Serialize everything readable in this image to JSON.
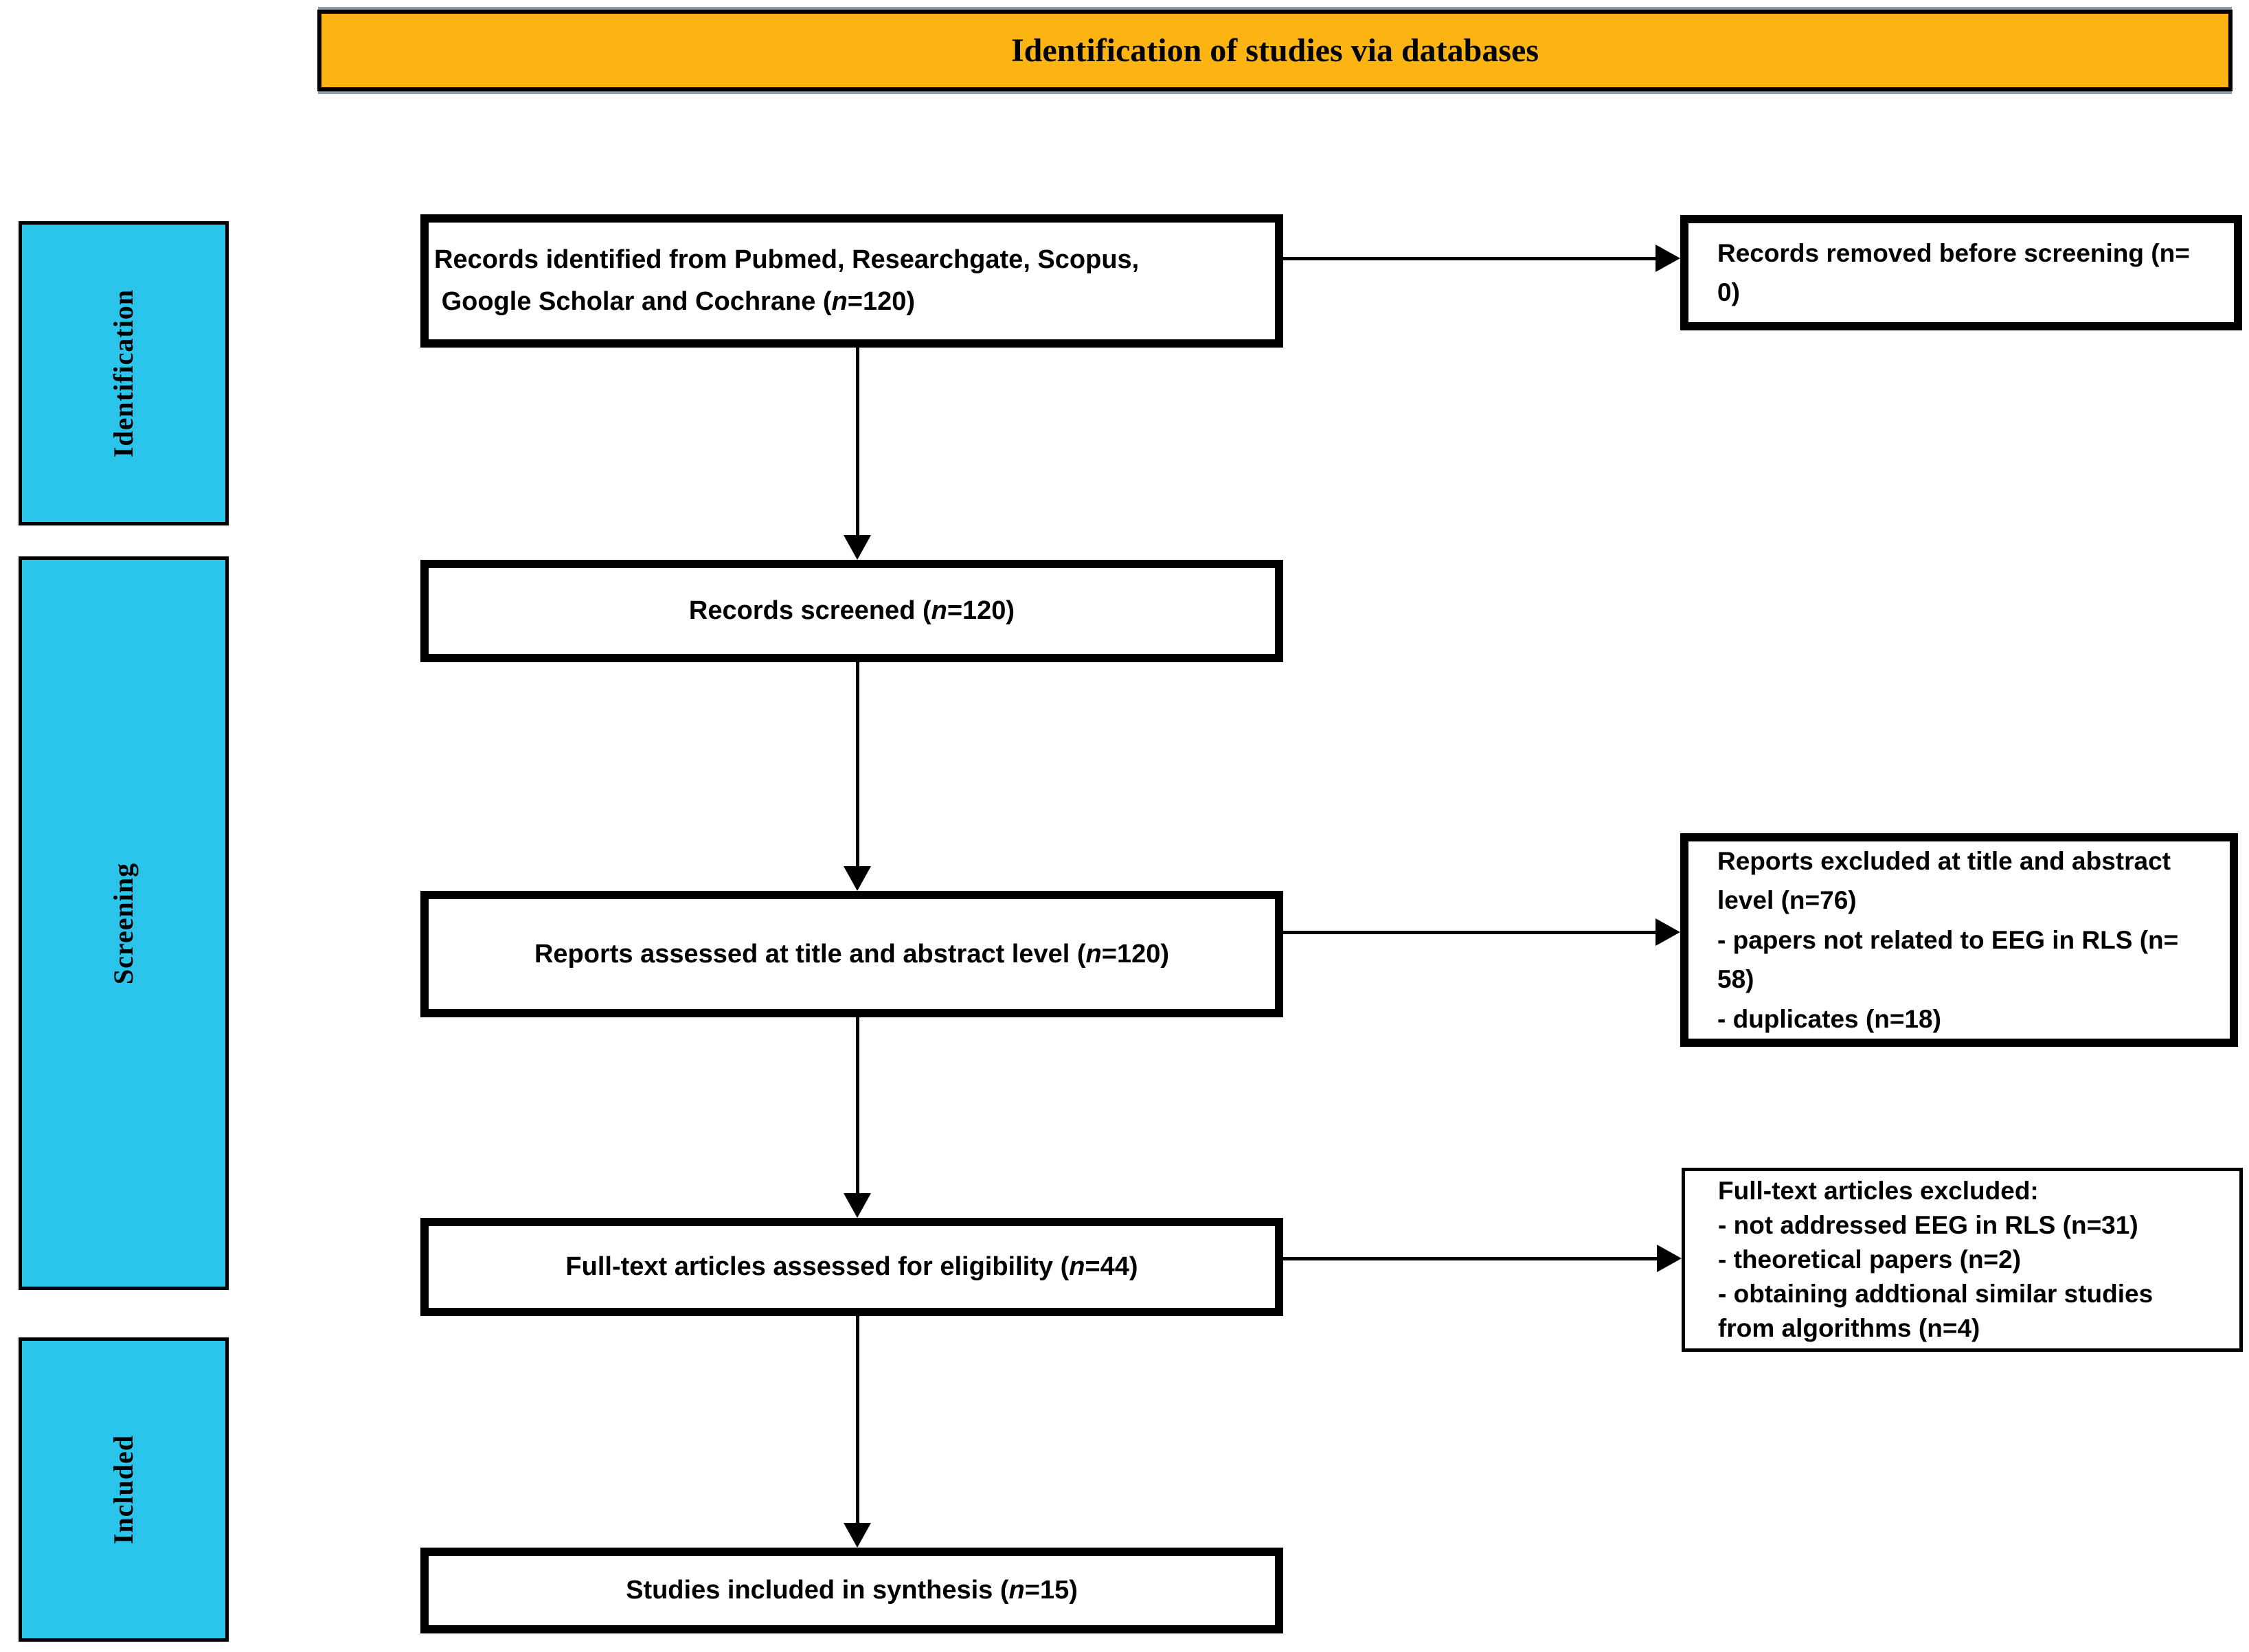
{
  "banner": {
    "title": "Identification of studies via databases"
  },
  "colors": {
    "banner_bg": "#FBB411",
    "stage_bg": "#2BC4EA",
    "line": "#000000"
  },
  "stages": [
    {
      "label": "Identification"
    },
    {
      "label": "Screening"
    },
    {
      "label": "Included"
    }
  ],
  "flow": {
    "identified": {
      "n": 120,
      "segments": [
        {
          "t": "Records identified from Pubmed, Researchgate, Scopus,\n Google Scholar and Cochrane ("
        },
        {
          "t": "n",
          "i": true
        },
        {
          "t": "=120)"
        }
      ]
    },
    "screened": {
      "n": 120,
      "segments": [
        {
          "t": "Records screened ("
        },
        {
          "t": "n",
          "i": true
        },
        {
          "t": "=120)"
        }
      ]
    },
    "assessed_title_abstract": {
      "n": 120,
      "segments": [
        {
          "t": "Reports assessed at title and abstract level ("
        },
        {
          "t": "n",
          "i": true
        },
        {
          "t": "=120)"
        }
      ]
    },
    "fulltext_assessed": {
      "n": 44,
      "segments": [
        {
          "t": "Full-text articles assessed for eligibility ("
        },
        {
          "t": "n",
          "i": true
        },
        {
          "t": "=44)"
        }
      ]
    },
    "included_synthesis": {
      "n": 15,
      "segments": [
        {
          "t": "Studies included in synthesis ("
        },
        {
          "t": "n",
          "i": true
        },
        {
          "t": "=15)"
        }
      ]
    }
  },
  "exclusions": {
    "removed_before_screening": {
      "n": 0,
      "segments": [
        {
          "t": "Records removed before screening ("
        },
        {
          "t": "n",
          "i": true
        },
        {
          "t": "=\n0)"
        }
      ]
    },
    "excluded_title_abstract": {
      "n": 76,
      "segments": [
        {
          "t": "Reports excluded at title and abstract\nlevel ("
        },
        {
          "t": "n",
          "i": true
        },
        {
          "t": "=76)\n- papers not related to EEG in RLS ("
        },
        {
          "t": "n",
          "i": true
        },
        {
          "t": "=\n58)\n- duplicates ("
        },
        {
          "t": "n",
          "i": true
        },
        {
          "t": "=18)"
        }
      ]
    },
    "fulltext_excluded": {
      "segments": [
        {
          "t": "Full-text articles excluded:\n- not addressed EEG in RLS ("
        },
        {
          "t": "n",
          "i": true
        },
        {
          "t": "=31)\n- theoretical papers ("
        },
        {
          "t": "n",
          "i": true
        },
        {
          "t": "=2)\n- obtaining addtional similar studies\nfrom algorithms ("
        },
        {
          "t": "n",
          "i": true
        },
        {
          "t": "=4)"
        }
      ]
    }
  }
}
